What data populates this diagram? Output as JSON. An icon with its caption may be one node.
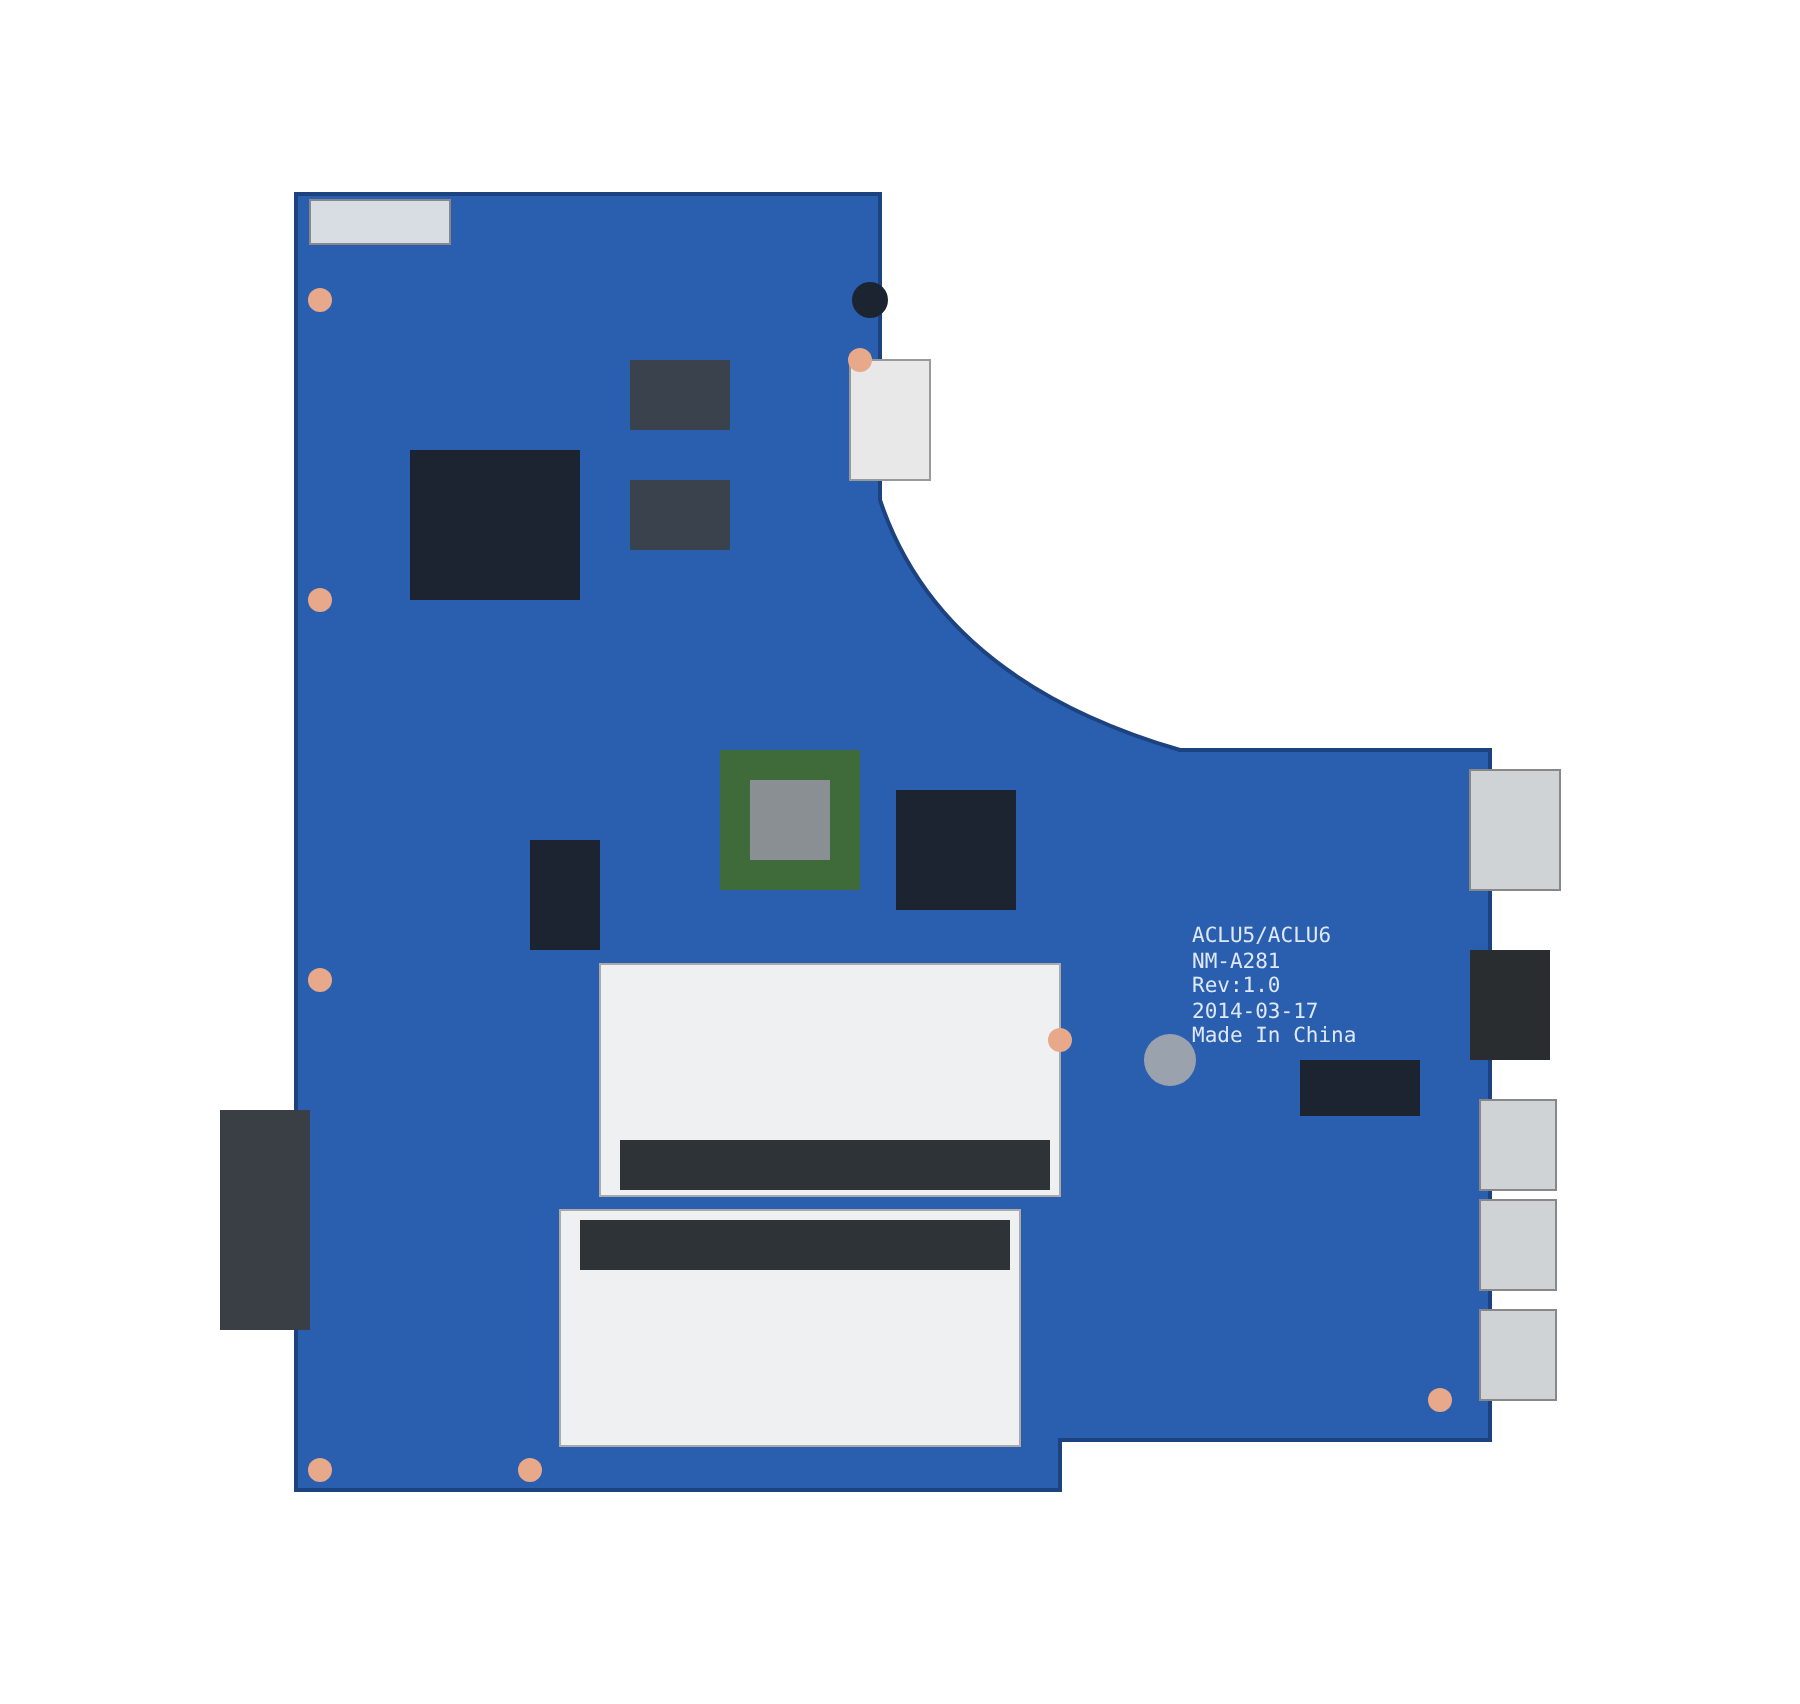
{
  "diagram": {
    "labels": [
      "ACLU5/ACLU6",
      "NM-A281",
      "Rev:1.0",
      "2014-03-17",
      "Made In China"
    ]
  }
}
